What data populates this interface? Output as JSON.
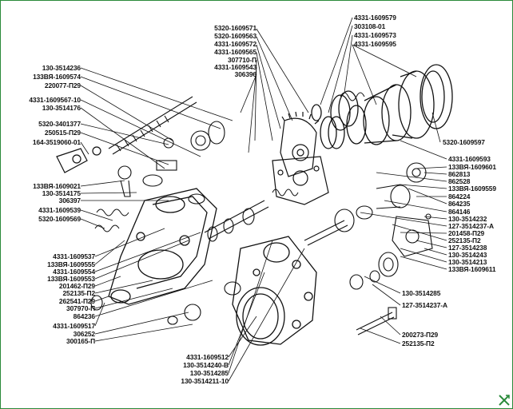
{
  "labels": {
    "top_right_a": "4331-1609579",
    "top_right_b": "303108-01",
    "top_right_c": "4331-1609573",
    "top_right_d": "4331-1609595",
    "top_mid_a": "5320-1609571",
    "top_mid_b": "5320-1609563",
    "top_mid_c": "4331-1609572",
    "top_mid_d": "4331-1609565",
    "top_mid_e": "307710-П",
    "top_mid_f": "4331-1609543",
    "top_mid_g": "306396",
    "left_a": "130-3514236",
    "left_b": "133ВЯ-1609574",
    "left_c": "220077-П29",
    "left_d": "4331-1609567-10",
    "left_e": "130-3514176",
    "left_f": "5320-3401377",
    "left_g": "250515-П29",
    "left_h": "164-3519060-01",
    "left_i": "133ВЯ-1609021",
    "left_j": "130-3514175",
    "left_k": "306397",
    "left_l": "4331-1609539",
    "left_m": "5320-1609569",
    "lower_left_a": "4331-1609537",
    "lower_left_b": "133ВЯ-1609555",
    "lower_left_c": "4331-1609554",
    "lower_left_d": "133ВЯ-1609553",
    "lower_left_e": "201462-П29",
    "lower_left_f": "252135-П2",
    "lower_left_g": "262541-П29",
    "lower_left_h": "307970-П",
    "lower_left_i": "864236",
    "lower_left_j": "4331-1609517",
    "lower_left_k": "306252",
    "lower_left_l": "300165-П",
    "right_a": "5320-1609597",
    "right_b": "4331-1609593",
    "right_c": "133ВЯ-1609601",
    "right_d": "862813",
    "right_e": "862528",
    "right_f": "133ВЯ-1609559",
    "right_g": "864224",
    "right_h": "864235",
    "right_i": "864146",
    "right_j": "130-3514232",
    "right_k": "127-3514237-А",
    "right_l": "201458-П29",
    "right_m": "252135-П2",
    "right_n": "127-3514238",
    "right_o": "130-3514243",
    "right_p": "130-3514213",
    "right_q": "133ВЯ-1609611",
    "lower_right_a": "130-3514285",
    "lower_right_b": "127-3514237-А",
    "lower_right_c": "200273-П29",
    "lower_right_d": "252135-П2",
    "bottom_a": "4331-1609512",
    "bottom_b": "130-3514240-В",
    "bottom_c": "130-3514285",
    "bottom_d": "130-3514211-10"
  },
  "colors": {
    "frame": "#2a8a3a",
    "ink": "#111111",
    "corner_mark": "#2a8a3a"
  },
  "icons": {
    "corner_mark": "crossed-arrows-icon"
  }
}
